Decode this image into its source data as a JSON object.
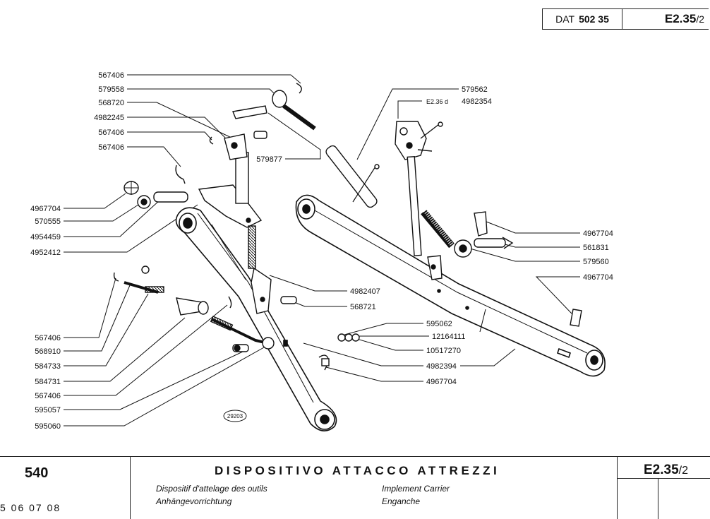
{
  "header": {
    "dat_prefix": "DAT",
    "dat_number": "502 35",
    "page_code": "E2.35",
    "page_sub": "/2"
  },
  "callouts": {
    "left_top": [
      "567406",
      "579558",
      "568720",
      "4982245",
      "567406",
      "567406"
    ],
    "mid_ref": "579877",
    "left_mid": [
      "4967704",
      "570555",
      "4954459",
      "4952412"
    ],
    "left_bottom": [
      "567406",
      "568910",
      "584733",
      "584731",
      "567406",
      "595057",
      "595060"
    ],
    "center": [
      "4982407",
      "568721"
    ],
    "right_top": "579562",
    "right_ref_prefix": "E2.36 d",
    "right_ref_number": "4982354",
    "right": [
      "4967704",
      "561831",
      "579560",
      "4967704"
    ],
    "lower_mid": [
      "595062",
      "12164111",
      "10517270",
      "4982394",
      "4967704"
    ]
  },
  "drawing_stamp": "29203",
  "footer": {
    "model": "540",
    "date": "5 06 07 08",
    "title_it": "DISPOSITIVO ATTACCO ATTREZZI",
    "title_fr": "Dispositif d'attelage des outils",
    "title_de": "Anhängevorrichtung",
    "title_en": "Implement Carrier",
    "title_es": "Enganche",
    "page_code": "E2.35",
    "page_sub": "/2"
  }
}
